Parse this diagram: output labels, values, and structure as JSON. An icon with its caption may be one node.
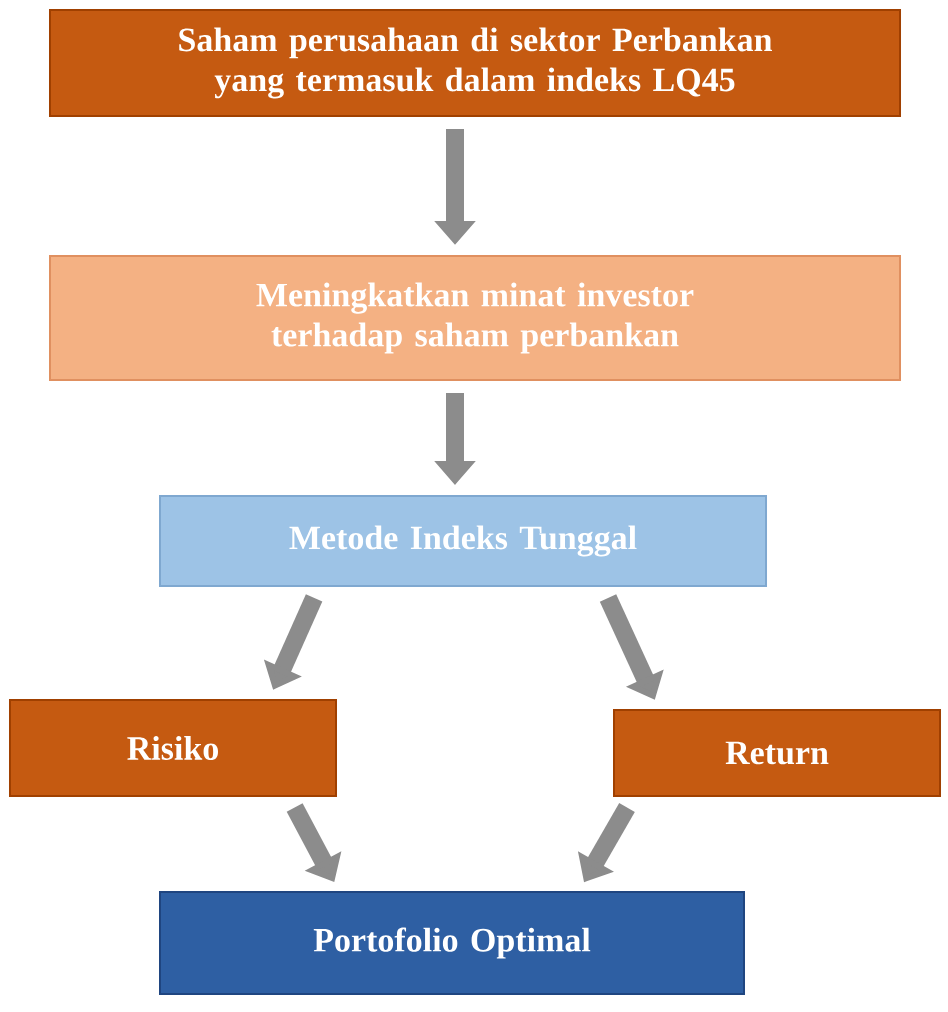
{
  "diagram": {
    "nodes": [
      {
        "text": [
          "Saham perusahaan di sektor Perbankan yang termasuk dalam indeks LQ45"
        ]
      },
      {
        "text": [
          "Meningkatkan minat investor terhadap saham perbankan"
        ]
      },
      {
        "text": [
          "Metode Indeks Tunggal"
        ]
      },
      {
        "text": [
          "Risiko"
        ]
      },
      {
        "text": [
          "Return"
        ]
      },
      {
        "text": [
          "Portofolio Optimal"
        ]
      }
    ],
    "edges": [
      {
        "from": 0,
        "to": 1,
        "arrow": "to"
      },
      {
        "from": 1,
        "to": 2,
        "arrow": "to"
      },
      {
        "from": 2,
        "to": 3,
        "arrow": "to"
      },
      {
        "from": 2,
        "to": 4,
        "arrow": "to"
      },
      {
        "from": 3,
        "to": 5,
        "arrow": "to"
      },
      {
        "from": 4,
        "to": 5,
        "arrow": "to"
      }
    ]
  }
}
